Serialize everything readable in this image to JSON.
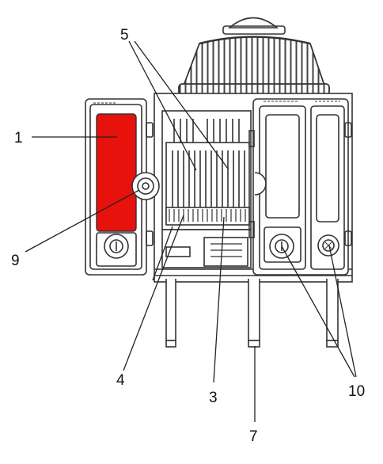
{
  "diagram": {
    "highlight_color": "#e8120c",
    "line_color": "#333333",
    "callouts": [
      {
        "id": "c1",
        "label": "1"
      },
      {
        "id": "c3",
        "label": "3"
      },
      {
        "id": "c4",
        "label": "4"
      },
      {
        "id": "c5",
        "label": "5"
      },
      {
        "id": "c7",
        "label": "7"
      },
      {
        "id": "c9",
        "label": "9"
      },
      {
        "id": "c10",
        "label": "10"
      }
    ]
  }
}
